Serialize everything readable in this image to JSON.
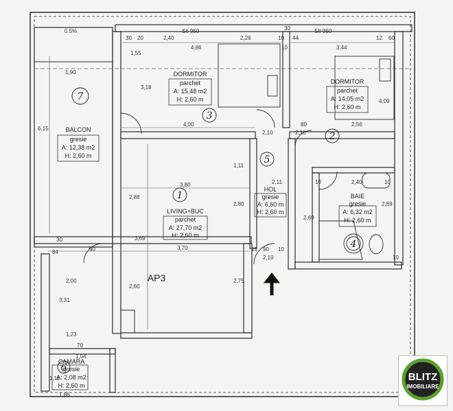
{
  "rooms": {
    "dormitor1": {
      "title": "DORMITOR",
      "floor": "parchet",
      "area": "A: 15,48 m2",
      "height": "H: 2,60 m",
      "num": "3"
    },
    "dormitor2": {
      "title": "DORMITOR",
      "floor": "parchet",
      "area": "A: 14,05 m2",
      "height": "H: 2,60 m",
      "num": "2"
    },
    "balcon": {
      "title": "BALCON",
      "floor": "gresie",
      "area": "A: 12,38 m2",
      "height": "H: 2,60 m",
      "num": "7"
    },
    "living": {
      "title": "LIVING+BUC",
      "floor": "parchet",
      "area": "A: 27,70 m2",
      "height": "H: 2,60 m",
      "num": "1"
    },
    "hol": {
      "title": "HOL",
      "floor": "gresie",
      "area": "A: 6,60 m",
      "height": "H: 2,60 m",
      "num": "5"
    },
    "baie": {
      "title": "BAIE",
      "floor": "gresie",
      "area": "A: 6,32 m2",
      "height": "H: 2,60 m",
      "num": "4"
    },
    "camara": {
      "title": "CAMARA",
      "floor": "gresie",
      "area": "A: 2,08 m2",
      "height": "H: 2,60 m",
      "num": "6"
    }
  },
  "apartment_label": "AP3",
  "slope_label": "0.5%",
  "dimensions": {
    "d_30a": "30",
    "d_20": "20",
    "d_240": "2,40",
    "d_sil950a": "SII 950",
    "d_226": "2,26",
    "d_10a": "10",
    "d_30b": "30",
    "d_44": "44",
    "d_sil950b": "SII 950",
    "d_12": "12",
    "d_486": "4,86",
    "d_10b": "10",
    "d_344": "3,44",
    "d_60": "60",
    "d_190": "1,90",
    "d_155": "1,55",
    "d_318": "3,18",
    "d_409": "4,09",
    "d_615": "6,15",
    "d_400": "4,00",
    "d_210a": "2,10",
    "d_80a": "80",
    "d_210b": "2,10",
    "d_256": "2,56",
    "d_111": "1,11",
    "d_211": "2,11",
    "d_10c": "10",
    "d_240b": "2,40",
    "d_10d": "10",
    "d_380": "3,80",
    "d_288": "2,88",
    "d_280": "2,80",
    "d_369": "3,69",
    "d_269a": "2,69",
    "d_269b": "2,69",
    "d_30c": "30",
    "d_90a": "90",
    "d_370": "3,70",
    "d_90b": "90",
    "d_15": "15",
    "d_210c": "2,10",
    "d_10e": "10",
    "d_10f": "10",
    "d_84": "84",
    "d_331": "3,31",
    "d_200": "2,00",
    "d_260": "2,60",
    "d_275": "2,75",
    "d_123": "1,23",
    "d_70": "70",
    "d_104": "1,04",
    "d_111b": "1,11",
    "d_186": "1,86"
  },
  "logo": {
    "line1": "BLITZ",
    "line2": "IMOBILIARE"
  },
  "colors": {
    "line": "#2a2a2a",
    "paper": "#f4f4f1",
    "logo_ring": "#5aa02c",
    "logo_dark": "#222222"
  }
}
